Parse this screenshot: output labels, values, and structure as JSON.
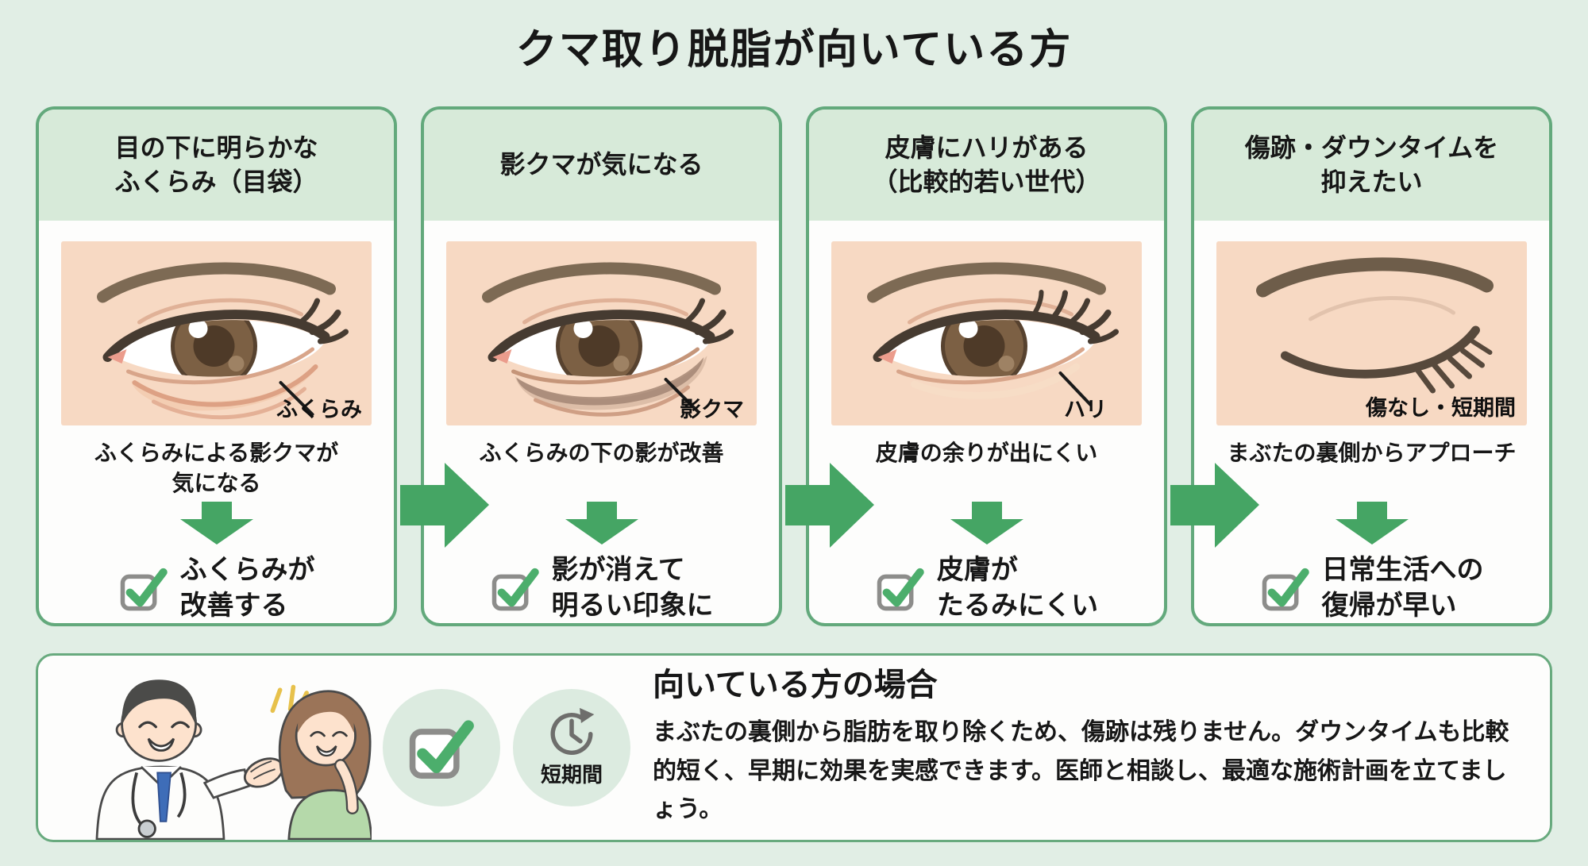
{
  "title": "クマ取り脱脂が向いている方",
  "cards": [
    {
      "header": "目の下に明らかな\nふくらみ（目袋）",
      "illustration_label": "ふくらみ",
      "description": "ふくらみによる影クマが\n気になる",
      "benefit": "ふくらみが\n改善する"
    },
    {
      "header": "影クマが気になる",
      "illustration_label": "影クマ",
      "description": "ふくらみの下の影が改善",
      "benefit": "影が消えて\n明るい印象に"
    },
    {
      "header": "皮膚にハリがある\n（比較的若い世代）",
      "illustration_label": "ハリ",
      "description": "皮膚の余りが出にくい",
      "benefit": "皮膚が\nたるみにくい"
    },
    {
      "header": "傷跡・ダウンタイムを\n抑えたい",
      "illustration_label": "傷なし・短期間",
      "description": "まぶたの裏側からアプローチ",
      "benefit": "日常生活への\n復帰が早い"
    }
  ],
  "footer": {
    "title": "向いている方の場合",
    "body": "まぶたの裏側から脂肪を取り除くため、傷跡は残りません。ダウンタイムも比較的短く、早期に効果を実感できます。医師と相談し、最適な施術計画を立てましょう。",
    "clock_label": "短期間"
  },
  "icons": {
    "right_arrow": "right-arrow-icon",
    "down_arrow": "down-arrow-icon",
    "checkbox_check": "checkbox-check-icon",
    "clock": "clock-icon",
    "doctor_patient": "doctor-patient-illustration"
  },
  "colors": {
    "background": "#e1eee5",
    "card_border": "#63a97c",
    "card_header_bg": "#d7ead9",
    "card_bg": "#fdfdfc",
    "arrow_green": "#45a564",
    "check_green": "#4cae6c",
    "checkbox_border": "#8d8d8b",
    "skin": "#f7d9c3",
    "circle_bg": "#dcebe0",
    "text": "#171717"
  }
}
